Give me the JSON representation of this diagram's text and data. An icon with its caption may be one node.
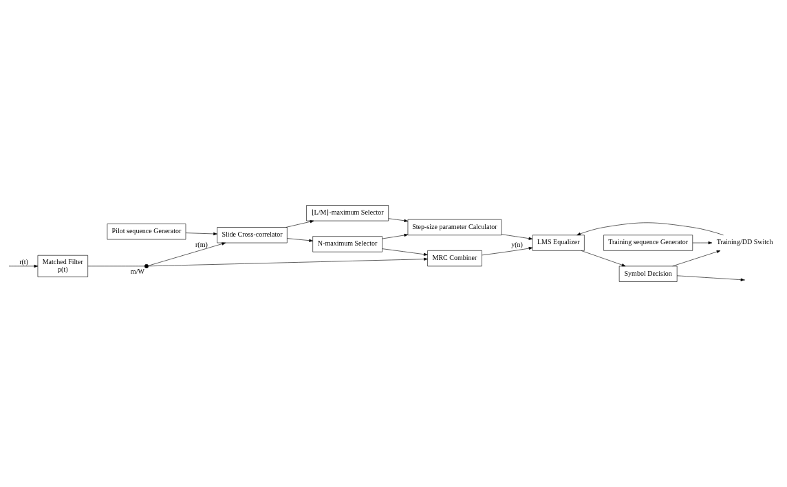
{
  "diagram": {
    "nodes": [
      {
        "text": [
          "Matched Filter",
          "p(t)"
        ]
      },
      {
        "text": [],
        "shape": "switch",
        "beside": [
          "m/W"
        ]
      },
      {
        "text": [
          "Pilot sequence Generator"
        ]
      },
      {
        "text": [
          "Slide Cross-correlator"
        ]
      },
      {
        "text": [
          "⌊L/M⌋-maximum Selector"
        ]
      },
      {
        "text": [
          "N-maximum Selector"
        ]
      },
      {
        "text": [
          "Step-size parameter Calculator"
        ]
      },
      {
        "text": [
          "MRC Combiner"
        ]
      },
      {
        "text": [
          "LMS Equalizer"
        ]
      },
      {
        "text": [
          "Training sequence Generator"
        ]
      },
      {
        "text": [
          "Training/DD Switch"
        ]
      },
      {
        "text": [
          "Symbol Decision"
        ]
      }
    ],
    "edges": [
      {
        "from": null,
        "to": 0,
        "arrow": "to",
        "label": "r(t)"
      },
      {
        "from": 0,
        "to": 1,
        "arrow": "none"
      },
      {
        "from": 1,
        "to": 3,
        "arrow": "to",
        "label": "r(m)"
      },
      {
        "from": 1,
        "to": 7,
        "arrow": "to"
      },
      {
        "from": 2,
        "to": 3,
        "arrow": "to"
      },
      {
        "from": 3,
        "to": 4,
        "arrow": "to"
      },
      {
        "from": 3,
        "to": 5,
        "arrow": "to"
      },
      {
        "from": 4,
        "to": 6,
        "arrow": "to"
      },
      {
        "from": 5,
        "to": 6,
        "arrow": "to"
      },
      {
        "from": 5,
        "to": 7,
        "arrow": "to"
      },
      {
        "from": 6,
        "to": 8,
        "arrow": "to"
      },
      {
        "from": 7,
        "to": 8,
        "arrow": "to",
        "label": "y(n)"
      },
      {
        "from": 8,
        "to": 11,
        "arrow": "to"
      },
      {
        "from": 9,
        "to": 10,
        "arrow": "to"
      },
      {
        "from": 11,
        "to": 10,
        "arrow": "to"
      },
      {
        "from": 10,
        "to": 8,
        "arrow": "to"
      },
      {
        "from": 11,
        "to": null,
        "arrow": "to"
      }
    ]
  }
}
